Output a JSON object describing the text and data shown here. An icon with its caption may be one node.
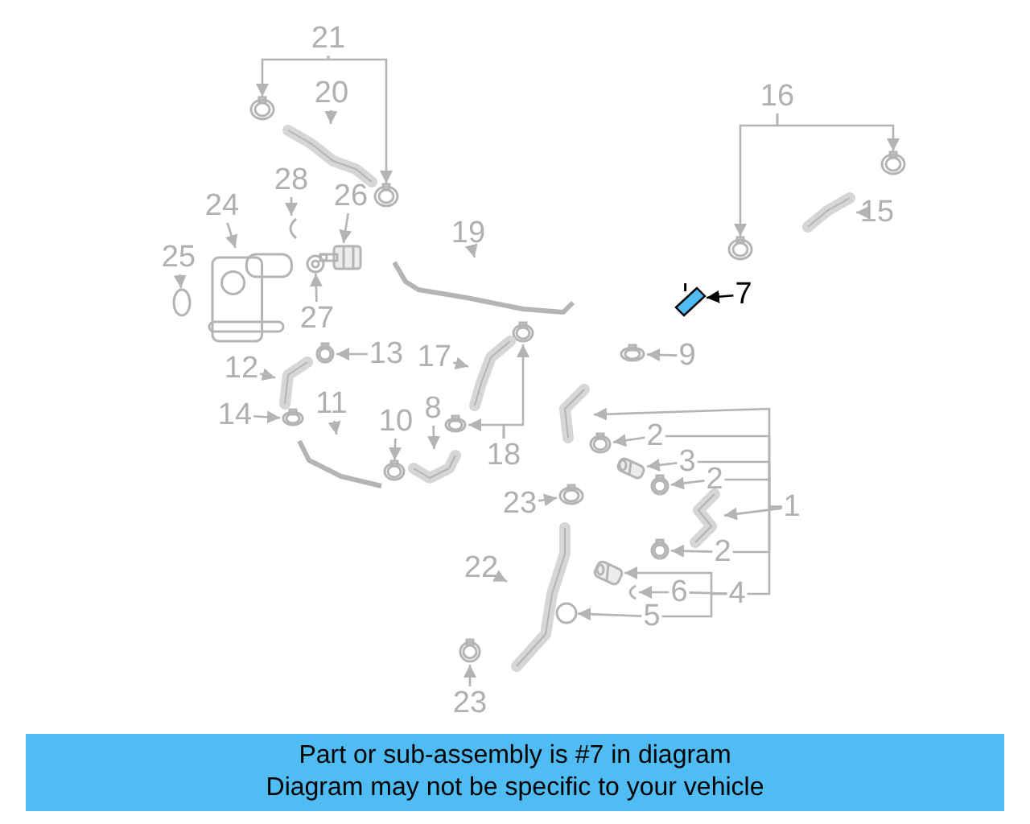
{
  "diagram": {
    "nodes": [
      {
        "text": [
          "21"
        ]
      },
      {
        "text": [],
        "shape": "picture"
      },
      {
        "text": [],
        "shape": "picture"
      },
      {
        "text": [
          "20"
        ]
      },
      {
        "text": [],
        "shape": "picture"
      },
      {
        "text": [
          "16"
        ]
      },
      {
        "text": [],
        "shape": "picture"
      },
      {
        "text": [],
        "shape": "picture"
      },
      {
        "text": [
          "15"
        ]
      },
      {
        "text": [],
        "shape": "picture"
      },
      {
        "text": [
          "28"
        ]
      },
      {
        "text": [],
        "shape": "picture"
      },
      {
        "text": [
          "26"
        ]
      },
      {
        "text": [],
        "shape": "picture"
      },
      {
        "text": [
          "24"
        ]
      },
      {
        "text": [],
        "shape": "picture"
      },
      {
        "text": [
          "19"
        ]
      },
      {
        "text": [],
        "shape": "picture"
      },
      {
        "text": [
          "25"
        ]
      },
      {
        "text": [],
        "shape": "circle"
      },
      {
        "text": [],
        "shape": "picture"
      },
      {
        "text": [
          "27"
        ]
      },
      {
        "text": [
          "7"
        ]
      },
      {
        "text": [],
        "shape": "picture"
      },
      {
        "text": [],
        "shape": "picture"
      },
      {
        "text": [
          "9"
        ]
      },
      {
        "text": [],
        "shape": "picture"
      },
      {
        "text": [
          "12"
        ]
      },
      {
        "text": [],
        "shape": "picture"
      },
      {
        "text": [],
        "shape": "picture"
      },
      {
        "text": [
          "13"
        ]
      },
      {
        "text": [
          "17"
        ]
      },
      {
        "text": [],
        "shape": "picture"
      },
      {
        "text": [
          "14"
        ]
      },
      {
        "text": [],
        "shape": "picture"
      },
      {
        "text": [
          "11"
        ]
      },
      {
        "text": [],
        "shape": "picture"
      },
      {
        "text": [
          "10"
        ]
      },
      {
        "text": [],
        "shape": "picture"
      },
      {
        "text": [
          "8"
        ]
      },
      {
        "text": [],
        "shape": "picture"
      },
      {
        "text": [],
        "shape": "picture"
      },
      {
        "text": [
          "18"
        ]
      },
      {
        "text": [],
        "shape": "picture"
      },
      {
        "text": [],
        "shape": "picture"
      },
      {
        "text": [
          "2"
        ]
      },
      {
        "text": [],
        "shape": "picture"
      },
      {
        "text": [
          "3"
        ]
      },
      {
        "text": [],
        "shape": "picture"
      },
      {
        "text": [
          "2"
        ]
      },
      {
        "text": [],
        "shape": "picture"
      },
      {
        "text": [
          "1"
        ]
      },
      {
        "text": [],
        "shape": "picture"
      },
      {
        "text": [
          "23"
        ]
      },
      {
        "text": [],
        "shape": "picture"
      },
      {
        "text": [
          "2"
        ]
      },
      {
        "text": [
          "22"
        ]
      },
      {
        "text": [],
        "shape": "picture"
      },
      {
        "text": [],
        "shape": "picture"
      },
      {
        "text": [],
        "shape": "picture"
      },
      {
        "text": [
          "6"
        ]
      },
      {
        "text": [
          "4"
        ]
      },
      {
        "text": [],
        "shape": "circle"
      },
      {
        "text": [
          "5"
        ]
      },
      {
        "text": [],
        "shape": "picture"
      },
      {
        "text": [
          "23"
        ]
      }
    ],
    "edges": [
      {
        "from": 0,
        "to": 1,
        "arrow": "to"
      },
      {
        "from": 0,
        "to": 2,
        "arrow": "to"
      },
      {
        "from": 3,
        "to": 4,
        "arrow": "to"
      },
      {
        "from": 5,
        "to": 6,
        "arrow": "to"
      },
      {
        "from": 5,
        "to": 7,
        "arrow": "to"
      },
      {
        "from": 8,
        "to": 9,
        "arrow": "to"
      },
      {
        "from": 10,
        "to": 11,
        "arrow": "to"
      },
      {
        "from": 12,
        "to": 13,
        "arrow": "to"
      },
      {
        "from": 14,
        "to": 15,
        "arrow": "to"
      },
      {
        "from": 16,
        "to": 17,
        "arrow": "to"
      },
      {
        "from": 18,
        "to": 19,
        "arrow": "to"
      },
      {
        "from": 21,
        "to": 20,
        "arrow": "to"
      },
      {
        "from": 22,
        "to": 23,
        "arrow": "to",
        "color": "#000000"
      },
      {
        "from": 25,
        "to": 26,
        "arrow": "to"
      },
      {
        "from": 27,
        "to": 28,
        "arrow": "to"
      },
      {
        "from": 30,
        "to": 29,
        "arrow": "to"
      },
      {
        "from": 31,
        "to": 32,
        "arrow": "to"
      },
      {
        "from": 33,
        "to": 34,
        "arrow": "to"
      },
      {
        "from": 35,
        "to": 36,
        "arrow": "to"
      },
      {
        "from": 37,
        "to": 38,
        "arrow": "to"
      },
      {
        "from": 39,
        "to": 40,
        "arrow": "to"
      },
      {
        "from": 42,
        "to": 41,
        "arrow": "to"
      },
      {
        "from": 42,
        "to": 24,
        "arrow": "to"
      },
      {
        "from": 45,
        "to": 44,
        "arrow": "to"
      },
      {
        "from": 47,
        "to": 46,
        "arrow": "to"
      },
      {
        "from": 49,
        "to": 48,
        "arrow": "to"
      },
      {
        "from": 55,
        "to": 54,
        "arrow": "to"
      },
      {
        "from": 51,
        "to": 43,
        "arrow": "to"
      },
      {
        "from": 51,
        "to": 45,
        "arrow": "none"
      },
      {
        "from": 51,
        "to": 47,
        "arrow": "none"
      },
      {
        "from": 51,
        "to": 49,
        "arrow": "none"
      },
      {
        "from": 51,
        "to": 50,
        "arrow": "to"
      },
      {
        "from": 51,
        "to": 55,
        "arrow": "none"
      },
      {
        "from": 51,
        "to": 61,
        "arrow": "none"
      },
      {
        "from": 53,
        "to": 52,
        "arrow": "to"
      },
      {
        "from": 56,
        "to": 57,
        "arrow": "to"
      },
      {
        "from": 61,
        "to": 58,
        "arrow": "to"
      },
      {
        "from": 60,
        "to": 59,
        "arrow": "to"
      },
      {
        "from": 61,
        "to": 60,
        "arrow": "none"
      },
      {
        "from": 61,
        "to": 63,
        "arrow": "none"
      },
      {
        "from": 63,
        "to": 62,
        "arrow": "to"
      },
      {
        "from": 65,
        "to": 64,
        "arrow": "to"
      }
    ],
    "labels": [
      "Part or sub-assembly is #7 in diagram",
      "Diagram may not be specific to your vehicle"
    ]
  }
}
